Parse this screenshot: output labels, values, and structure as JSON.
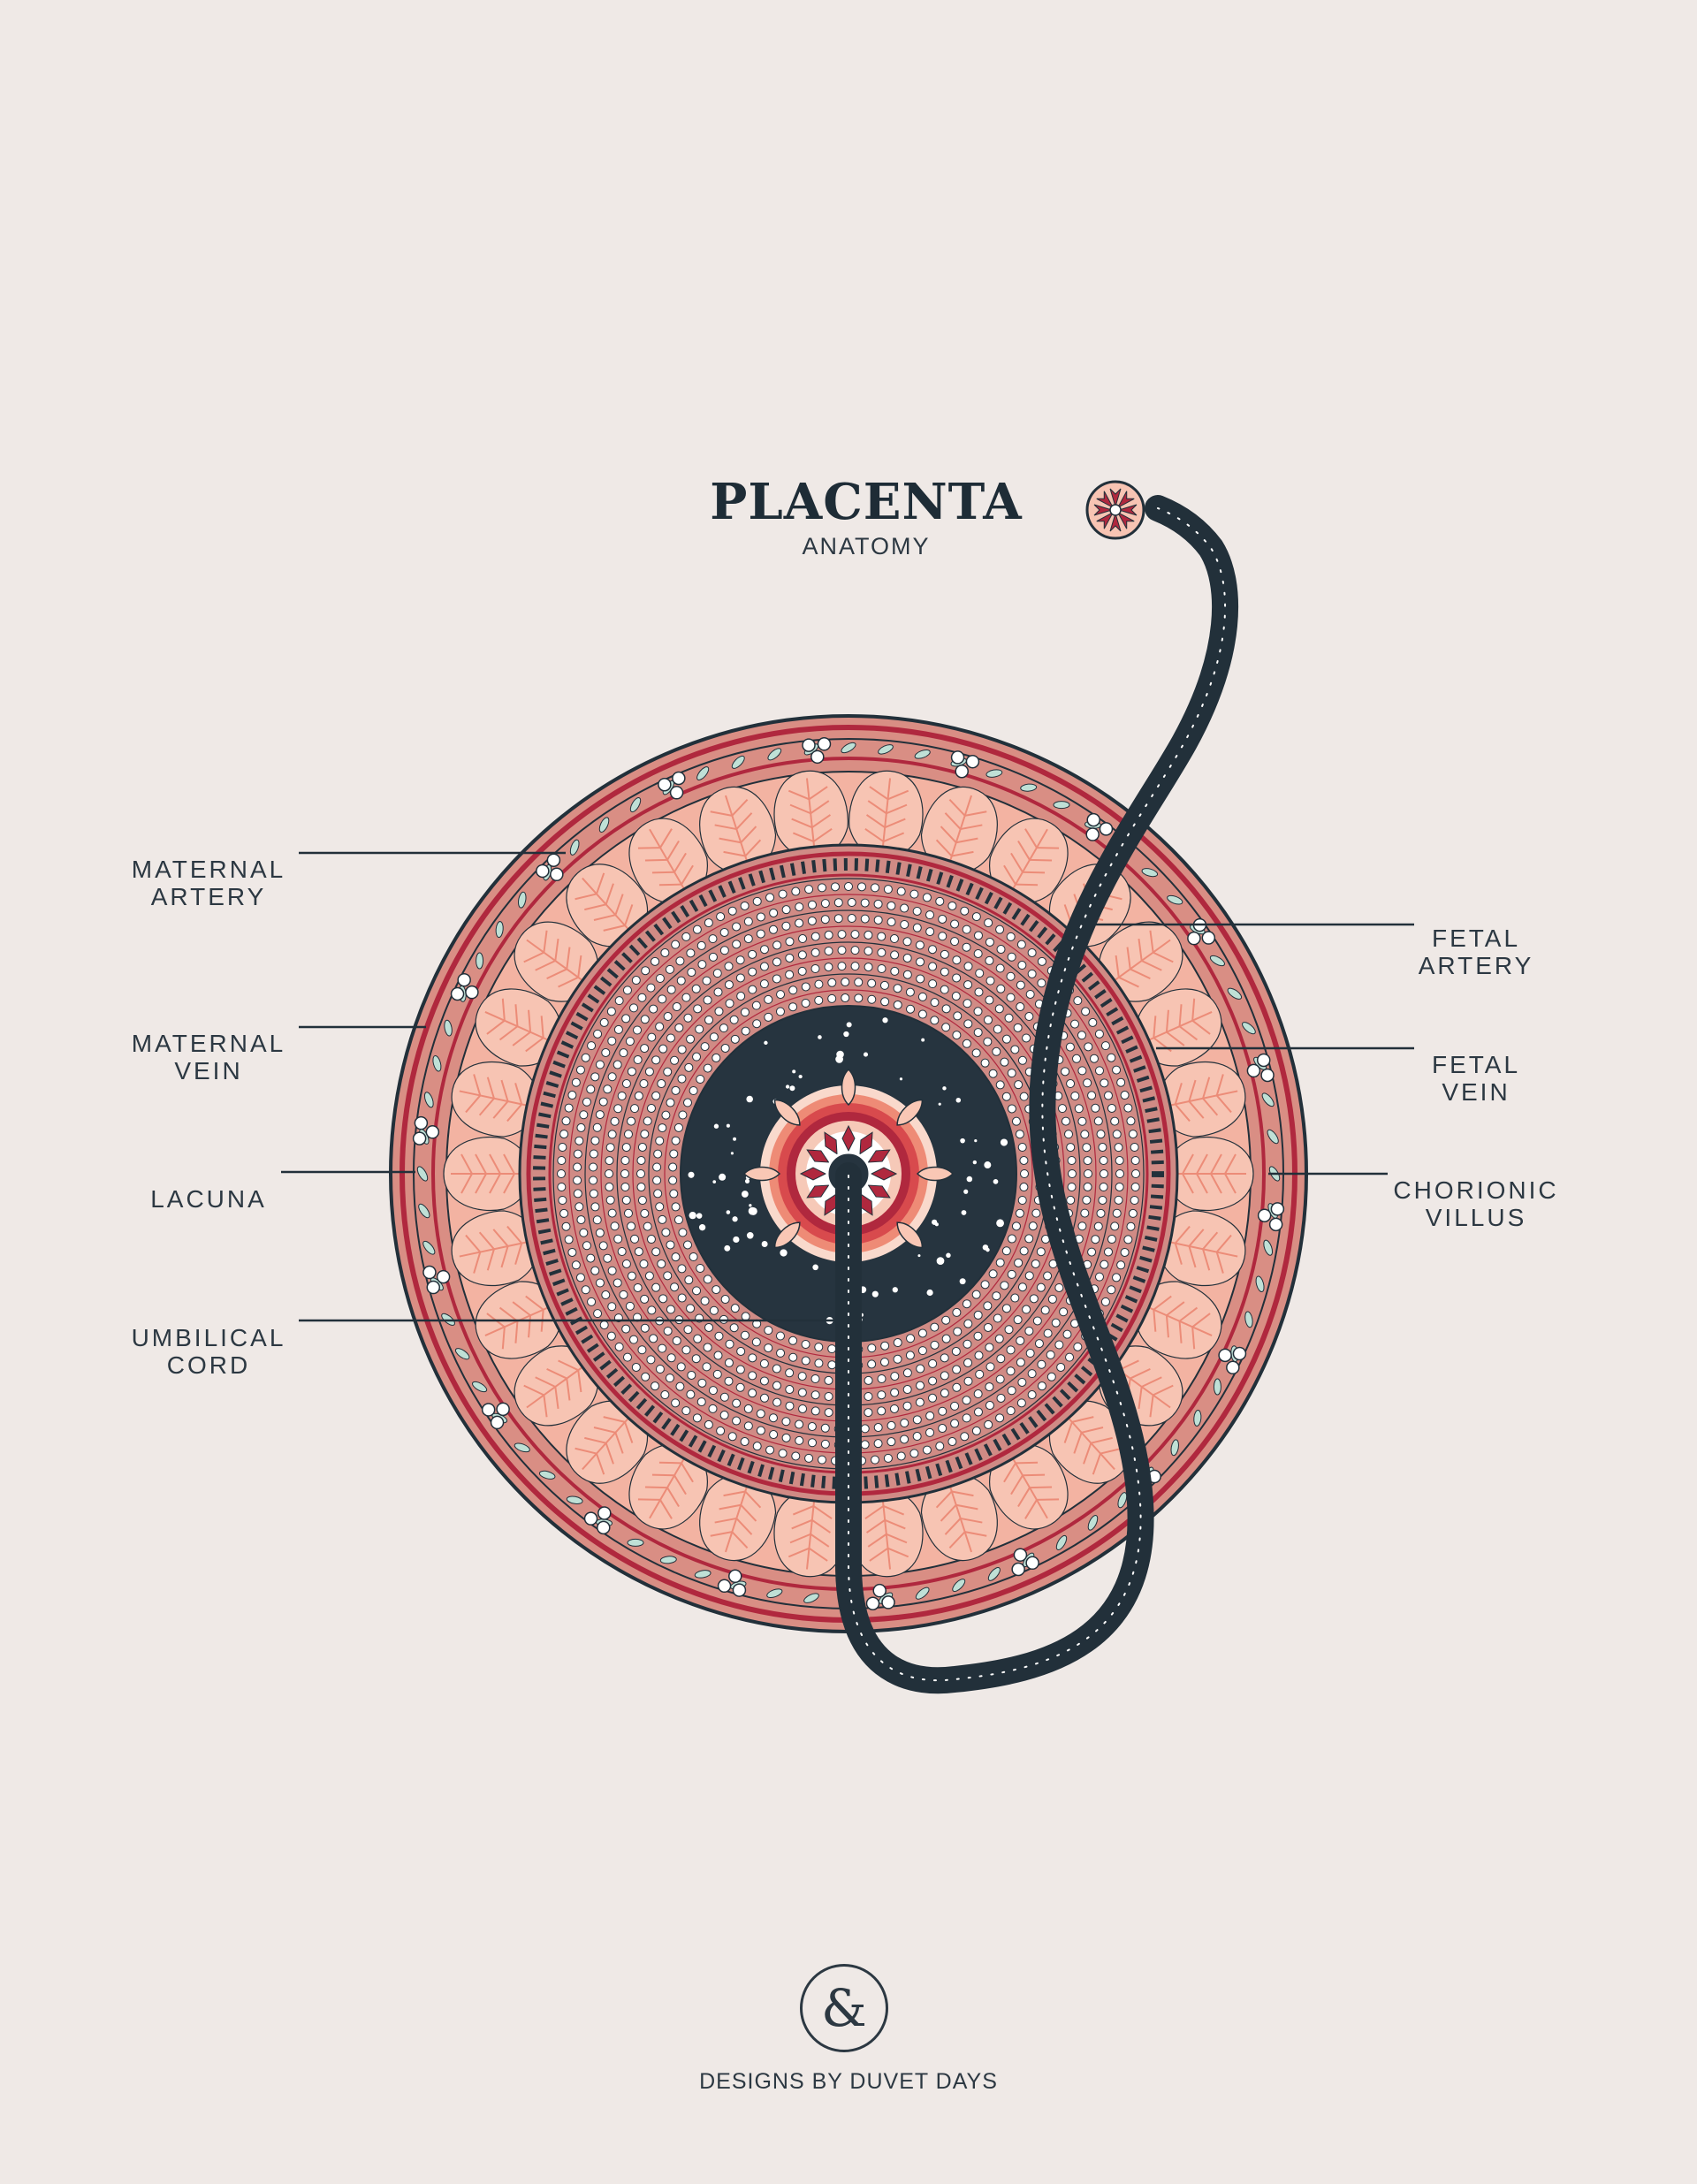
{
  "title": "PLACENTA",
  "subtitle": "ANATOMY",
  "labels": {
    "maternal_artery": [
      "MATERNAL",
      "ARTERY"
    ],
    "maternal_vein": [
      "MATERNAL",
      "VEIN"
    ],
    "lacuna": [
      "LACUNA"
    ],
    "umbilical_cord": [
      "UMBILICAL",
      "CORD"
    ],
    "fetal_artery": [
      "FETAL",
      "ARTERY"
    ],
    "fetal_vein": [
      "FETAL",
      "VEIN"
    ],
    "chorionic_villus": [
      "CHORIONIC",
      "VILLUS"
    ]
  },
  "logo": "&",
  "credit": "DESIGNS BY DUVET DAYS",
  "colors": {
    "background": "#efe9e6",
    "navy": "#22303a",
    "crimson": "#b0283e",
    "salmon": "#f3b3a2",
    "coral": "#ec8c78",
    "dusty_pink": "#d98e84",
    "mint": "#bfe0d6"
  }
}
